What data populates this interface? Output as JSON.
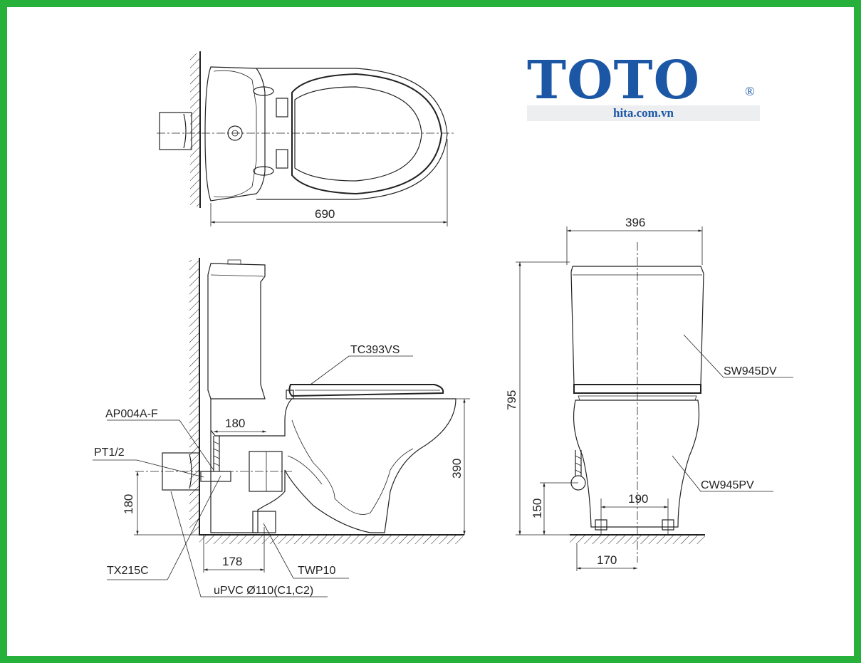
{
  "brand": {
    "logo_text": "TOTO",
    "registered_mark": "®",
    "website": "hita.com.vn",
    "brand_color": "#1c57a5",
    "frame_color": "#27b03a"
  },
  "dimensions": {
    "top_view_length": "690",
    "front_width": "396",
    "total_height": "795",
    "bowl_height": "390",
    "supply_height_side": "180",
    "supply_offset": "180",
    "outlet_distance": "178",
    "supply_height_front": "150",
    "bolt_spacing": "190",
    "outlet_width_front": "170"
  },
  "parts": {
    "seat": "TC393VS",
    "angle_valve": "AP004A-F",
    "thread": "PT1/2",
    "flex_hose": "TX215C",
    "flange": "TWP10",
    "drain_pipe": "uPVC Ø110(C1,C2)",
    "tank": "SW945DV",
    "bowl": "CW945PV"
  }
}
